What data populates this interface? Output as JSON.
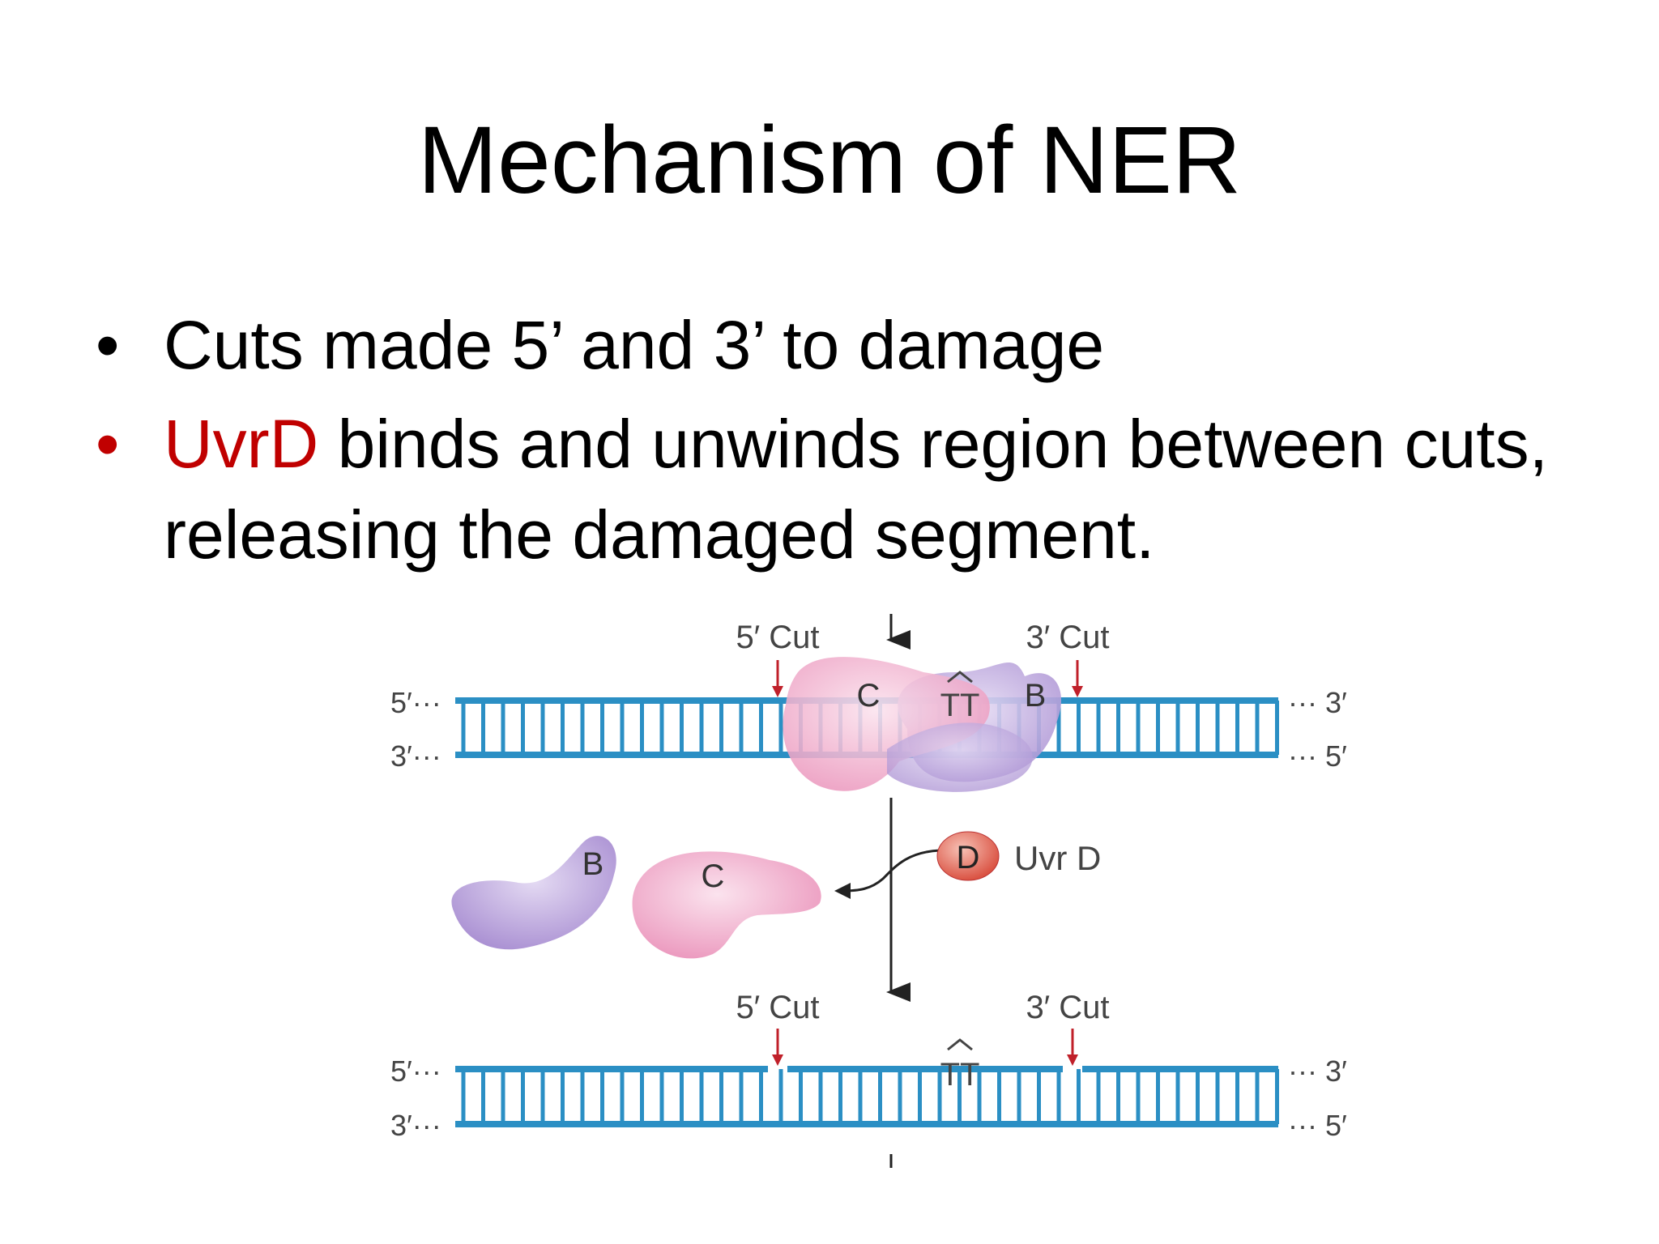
{
  "title": "Mechanism of NER",
  "bullets": [
    {
      "bullet": "•",
      "prefix": "",
      "text": "Cuts made 5’ and 3’ to damage"
    },
    {
      "bullet": "•",
      "prefix": "UvrD",
      "text": " binds and unwinds region between cuts, releasing the damaged segment."
    }
  ],
  "diagram": {
    "top_strand": {
      "left_top": "5′···",
      "left_bottom": "3′···",
      "right_top": "··· 3′",
      "right_bottom": "··· 5′"
    },
    "bottom_strand": {
      "left_top": "5′···",
      "left_bottom": "3′···",
      "right_top": "··· 3′",
      "right_bottom": "··· 5′"
    },
    "cut5": "5′ Cut",
    "cut3": "3′ Cut",
    "dimer": "TT",
    "protein_c": "C",
    "protein_b": "B",
    "protein_d": "D",
    "uvrd_label": "Uvr D",
    "colors": {
      "dna": "#2b8fc4",
      "cut_arrow": "#c0202a",
      "protein_c": "#f2a9c8",
      "protein_b": "#b9a2dc",
      "protein_d": "#e0604f"
    }
  }
}
